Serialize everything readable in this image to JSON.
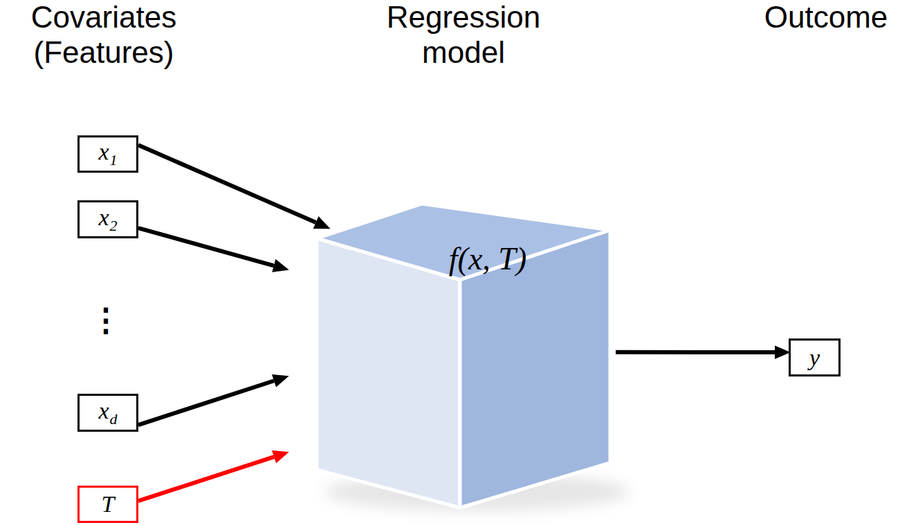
{
  "diagram": {
    "nodes": [
      {
        "text": [
          "x1"
        ]
      },
      {
        "text": [
          "x2"
        ]
      },
      {
        "text": [
          "xd"
        ]
      },
      {
        "text": [
          "T"
        ]
      },
      {
        "text": [
          "f(x, T)"
        ]
      },
      {
        "text": [
          "y"
        ]
      }
    ],
    "edges": [
      {
        "from": 0,
        "to": 4,
        "arrow": "to"
      },
      {
        "from": 1,
        "to": 4,
        "arrow": "to"
      },
      {
        "from": 2,
        "to": 4,
        "arrow": "to"
      },
      {
        "from": 3,
        "to": 4,
        "arrow": "to"
      },
      {
        "from": 4,
        "to": 5,
        "arrow": "to"
      }
    ],
    "labels": [
      "Covariates (Features)",
      "Regression model",
      "Outcome",
      "⋮"
    ]
  }
}
